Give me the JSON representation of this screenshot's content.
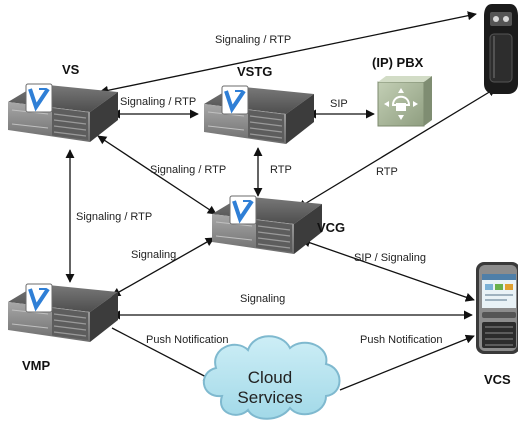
{
  "nodes": {
    "vs": "VS",
    "vstg": "VSTG",
    "pbx": "(IP) PBX",
    "vcg": "VCG",
    "vmp": "VMP",
    "vcs": "VCS",
    "cloud_line1": "Cloud",
    "cloud_line2": "Services"
  },
  "edges": {
    "vs_phone": "Signaling / RTP",
    "vs_vstg": "Signaling / RTP",
    "vstg_pbx": "SIP",
    "vs_vcg": "Signaling / RTP",
    "vstg_vcg": "RTP",
    "vcg_phone": "RTP",
    "vs_vmp": "Signaling / RTP",
    "vcg_vmp": "Signaling",
    "vcg_vcs": "SIP / Signaling",
    "vmp_vcs": "Signaling",
    "vmp_cloud": "Push Notification",
    "cloud_vcs": "Push Notification"
  },
  "colors": {
    "server_body": "#4a4a4a",
    "server_front": "#8f8f8f",
    "logo_blue": "#2f7fd6",
    "cloud_fill": "#b7e4ef",
    "cloud_stroke": "#7fb9cf",
    "pbx_fill": "#a9b79a",
    "arrow": "#111111"
  },
  "icons": {
    "server": "server-icon",
    "pbx": "pbx-phone-icon",
    "desk_phone": "desk-phone-icon",
    "mobile": "smartphone-icon",
    "cloud": "cloud-icon"
  }
}
